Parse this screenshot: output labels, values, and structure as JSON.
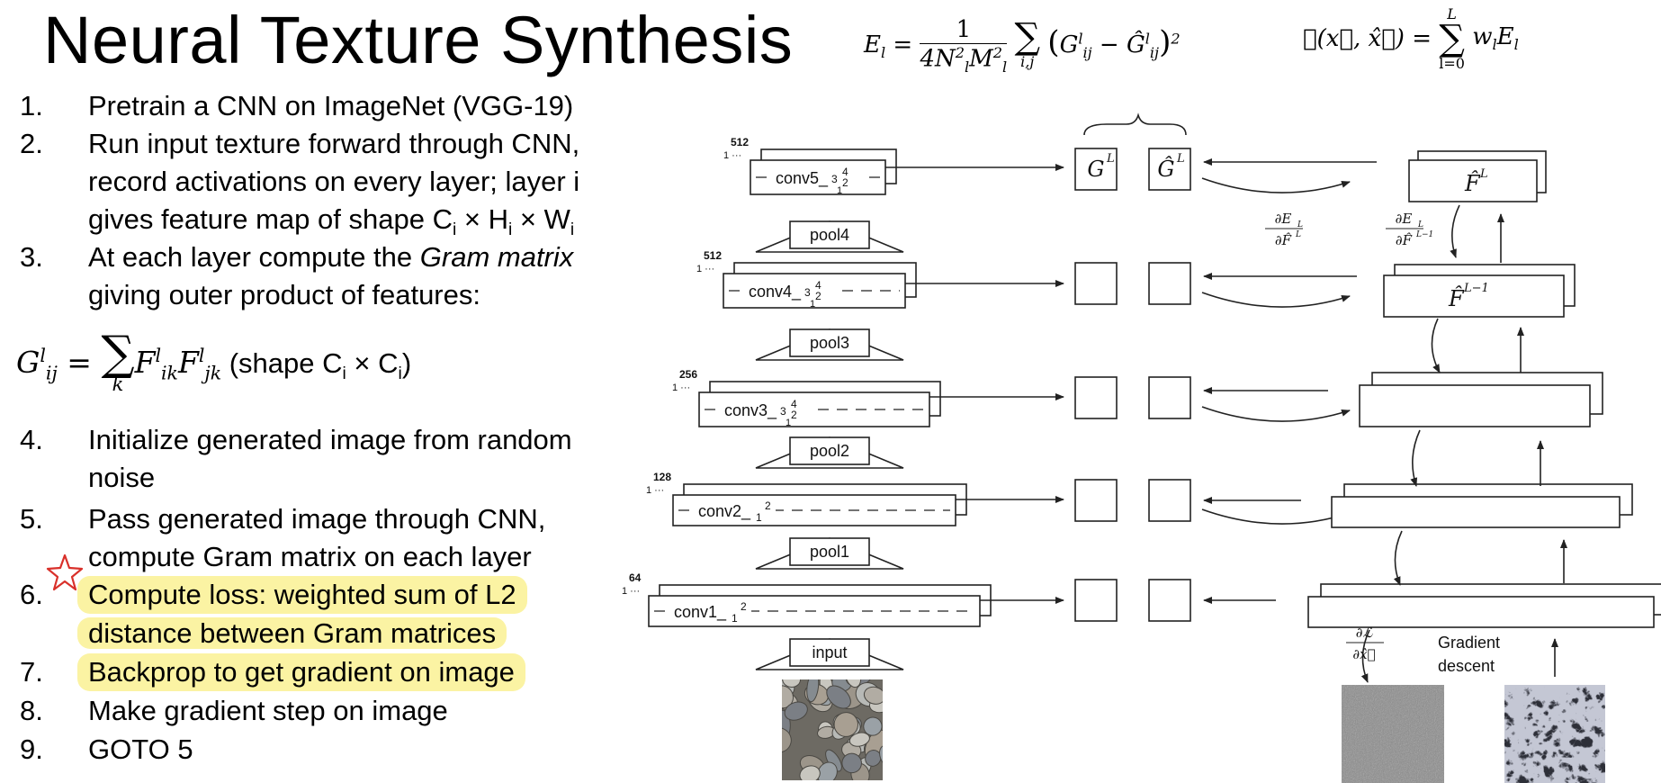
{
  "title": "Neural Texture Synthesis",
  "steps": [
    {
      "num": "1.",
      "text": "Pretrain a CNN on ImageNet (VGG-19)"
    },
    {
      "num": "2.",
      "lines": [
        "Run input texture forward through CNN,",
        "record activations on every layer; layer i"
      ],
      "shape_prefix": "gives feature map of shape C",
      "shape_mid1": " × H",
      "shape_mid2": " × W",
      "sub_i": "i"
    },
    {
      "num": "3.",
      "text_prefix": "At each layer compute the ",
      "text_italic": "Gram matrix",
      "line2": "giving outer product of features:"
    },
    {
      "num": "4.",
      "lines": [
        "Initialize generated image from random",
        "noise"
      ]
    },
    {
      "num": "5.",
      "lines": [
        "Pass generated image through CNN,",
        "compute Gram matrix on each layer"
      ]
    },
    {
      "num": "6.",
      "lines": [
        "Compute loss: weighted sum of L2",
        "distance between Gram matrices"
      ]
    },
    {
      "num": "7.",
      "text": "Backprop to get gradient on image"
    },
    {
      "num": "8.",
      "text": "Make gradient step on image"
    },
    {
      "num": "9.",
      "text": "GOTO 5"
    }
  ],
  "gram_formula": {
    "lhs": "G",
    "lhs_sup": "l",
    "lhs_sub": "ij",
    "eq": " = ",
    "sum": "∑",
    "sum_sub": "k",
    "f1": "F",
    "f1_sup": "l",
    "f1_sub": "ik",
    "f2": "F",
    "f2_sup": "l",
    "f2_sub": "jk",
    "shape_text_prefix": " (shape C",
    "shape_text_mid": " × C",
    "shape_text_suffix": ")",
    "sub_i": "i"
  },
  "equations": {
    "el": {
      "lhs": "E",
      "lhs_sub": "l",
      "eq": " = ",
      "num": "1",
      "den": "4N",
      "den_sup": "2",
      "den_sub": "l",
      "den_m": "M",
      "sum": "∑",
      "sum_sub": "i,j",
      "body": "(G",
      "g_sup": "l",
      "g_sub": "ij",
      "minus": " − Ĝ",
      "body_end": ")",
      "pow": "2"
    },
    "loss": {
      "lhs": "ℒ(x⃗, x̂⃗) = ",
      "sum": "∑",
      "sum_top": "L",
      "sum_bot": "l=0",
      "body": "w",
      "body_sub": "l",
      "body_e": "E",
      "body_e_sub": "l"
    }
  },
  "diagram": {
    "layers": [
      {
        "label": "conv5_",
        "depth": "512",
        "sub": "1",
        "sup": "4",
        "mid": "3",
        "mid2": "2"
      },
      {
        "label": "conv4_",
        "depth": "512",
        "sub": "1",
        "sup": "4",
        "mid": "3",
        "mid2": "2"
      },
      {
        "label": "conv3_",
        "depth": "256",
        "sub": "1",
        "sup": "4",
        "mid": "3",
        "mid2": "2"
      },
      {
        "label": "conv2_",
        "depth": "128",
        "sub": "1",
        "sup": "2"
      },
      {
        "label": "conv1_",
        "depth": "64",
        "sub": "1",
        "sup": "2"
      }
    ],
    "depth_prefix": "1",
    "pools": [
      "pool4",
      "pool3",
      "pool2",
      "pool1"
    ],
    "input_label": "input",
    "gram_labels": {
      "G": "G",
      "G_sup": "L",
      "G_hat": "Ĝ",
      "G_hat_sup": "L"
    },
    "feature_labels": [
      {
        "F": "F̂",
        "sup": "L"
      },
      {
        "F": "F̂",
        "sup": "L−1"
      }
    ],
    "partials": [
      {
        "num": "∂E",
        "num_sub": "L",
        "den": "∂F̂",
        "den_sup": "L"
      },
      {
        "num": "∂E",
        "num_sub": "L",
        "den": "∂F̂",
        "den_sup": "L−1"
      },
      {
        "num": "∂ℒ",
        "den": "∂x̂⃗"
      }
    ],
    "gradient_descent": [
      "Gradient",
      "descent"
    ]
  },
  "colors": {
    "highlight": "#fbf3a3",
    "star": "#d9302a",
    "stroke": "#222222"
  }
}
